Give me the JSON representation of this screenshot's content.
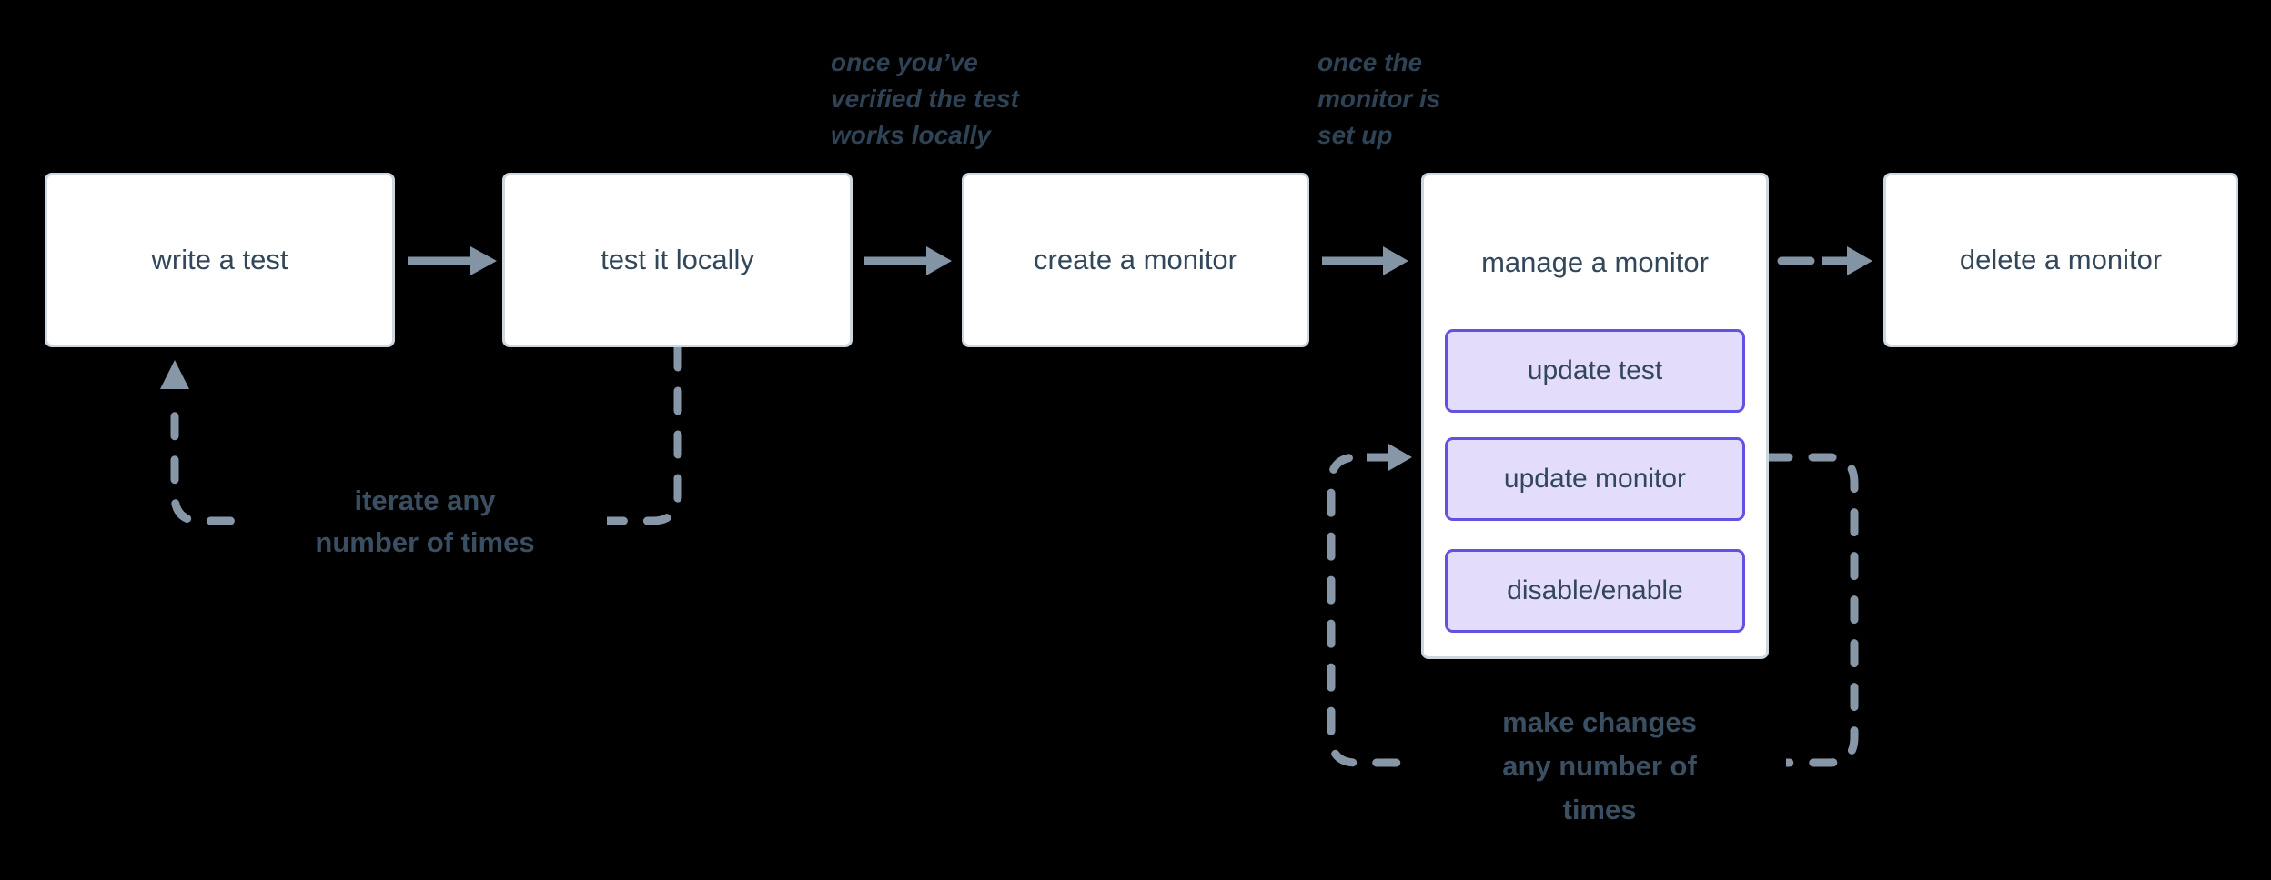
{
  "colors": {
    "background": "#000000",
    "node_fill": "#ffffff",
    "node_border": "#ccd7e0",
    "node_text": "#33475b",
    "action_fill": "#e3ddfb",
    "action_border": "#6152e2",
    "arrow": "#8394a4",
    "dash": "#8797a7",
    "label_text": "#3b4f63",
    "annotation_text": "#2f4356"
  },
  "flow": {
    "nodes": {
      "write_test": {
        "label": "write a test"
      },
      "test_locally": {
        "label": "test it locally"
      },
      "create_monitor": {
        "label": "create a monitor"
      },
      "manage_monitor": {
        "label": "manage a monitor",
        "actions": {
          "update_test": {
            "label": "update test"
          },
          "update_monitor": {
            "label": "update monitor"
          },
          "disable_enable": {
            "label": "disable/enable"
          }
        }
      },
      "delete_monitor": {
        "label": "delete a monitor"
      }
    },
    "edge_annotations": {
      "after_test_locally": {
        "lines": [
          "once you’ve",
          "verified the test",
          "works locally"
        ]
      },
      "after_create_monitor": {
        "lines": [
          "once the",
          "monitor is",
          "set up"
        ]
      }
    },
    "loop_labels": {
      "iterate": {
        "lines": [
          "iterate any",
          "number of times"
        ]
      },
      "make_changes": {
        "lines": [
          "make changes",
          "any number of",
          "times"
        ]
      }
    }
  }
}
